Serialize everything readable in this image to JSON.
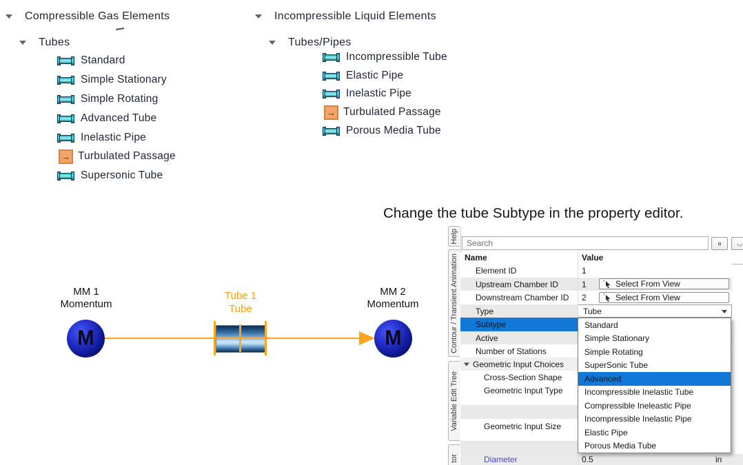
{
  "trees": [
    {
      "title": "Compressible Gas Elements",
      "group": "Tubes",
      "items": [
        {
          "label": "Standard",
          "icon": "tube"
        },
        {
          "label": "Simple Stationary",
          "icon": "tube"
        },
        {
          "label": "Simple Rotating",
          "icon": "tube"
        },
        {
          "label": "Advanced Tube",
          "icon": "tube"
        },
        {
          "label": "Inelastic Pipe",
          "icon": "tube"
        },
        {
          "label": "Turbulated Passage",
          "icon": "turbulated"
        },
        {
          "label": "Supersonic Tube",
          "icon": "tube"
        }
      ]
    },
    {
      "title": "Incompressible Liquid Elements",
      "group": "Tubes/Pipes",
      "items": [
        {
          "label": "Incompressible Tube",
          "icon": "tube"
        },
        {
          "label": "Elastic Pipe",
          "icon": "tube"
        },
        {
          "label": "Inelastic Pipe",
          "icon": "tube"
        },
        {
          "label": "Turbulated Passage",
          "icon": "turbulated"
        },
        {
          "label": "Porous Media Tube",
          "icon": "tube"
        }
      ]
    }
  ],
  "caption": "Change the tube Subtype in the property editor.",
  "diagram": {
    "nodes": [
      {
        "line1": "MM 1",
        "line2": "Momentum",
        "letter": "M"
      },
      {
        "line1": "MM 2",
        "line2": "Momentum",
        "letter": "M"
      }
    ],
    "tube": {
      "line1": "Tube 1",
      "line2": "Tube"
    }
  },
  "property_editor": {
    "tabs": [
      "Help",
      "Contour / Transient Animation",
      "Variable Edit Tree",
      "tor"
    ],
    "search_placeholder": "Search",
    "columns": [
      "Name",
      "Value"
    ],
    "rows": [
      {
        "name": "Element ID",
        "value": "1"
      },
      {
        "name": "Upstream Chamber ID",
        "value": "1",
        "button": "Select From View"
      },
      {
        "name": "Downstream Chamber ID",
        "value": "2",
        "button": "Select From View"
      },
      {
        "name": "Type",
        "value": "Tube"
      },
      {
        "name": "Subtype",
        "selected": true
      },
      {
        "name": "Active"
      },
      {
        "name": "Number of Stations"
      },
      {
        "name": "Geometric Input Choices",
        "expandable": true
      },
      {
        "name": "Cross-Section Shape"
      },
      {
        "name": "Geometric Input Type"
      },
      {
        "name": "Geometric Input Size"
      },
      {
        "name": "Diameter",
        "value": "0.5",
        "unit": "in"
      }
    ],
    "dropdown": {
      "items": [
        "Standard",
        "Simple Stationary",
        "Simple Rotating",
        "SuperSonic Tube",
        "Advanced",
        "Incompressible Inelastic Tube",
        "Compressible Ineleastic Pipe",
        "Incompressible Inelastic Pipe",
        "Elastic Pipe",
        "Porous Media Tube"
      ],
      "selected": "Advanced"
    }
  },
  "colors": {
    "accent_orange": "#FFA51E",
    "selection_blue": "#1178D7",
    "tube_icon_teal": "#19C5C5",
    "turbulated_icon_orange": "#F2A469",
    "diameter_link_blue": "#4747D1"
  }
}
